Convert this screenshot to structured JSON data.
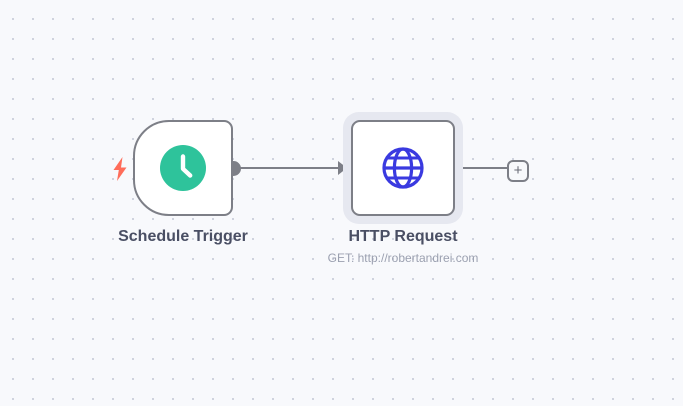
{
  "canvas": {
    "background_color": "#f8f9fc",
    "dot_color": "#c8ccd8",
    "grid_spacing": 20
  },
  "nodes": [
    {
      "id": "schedule-trigger",
      "title": "Schedule Trigger",
      "subtitle": "",
      "icon": "clock-icon",
      "icon_color": "#2ec39b",
      "type": "trigger",
      "selected": false,
      "badge_icon": "lightning-bolt-icon",
      "badge_color": "#ff6d5a"
    },
    {
      "id": "http-request",
      "title": "HTTP Request",
      "subtitle": "GET: http://robertandrei.com",
      "icon": "globe-icon",
      "icon_color": "#3a3ae0",
      "type": "action",
      "selected": true,
      "selection_color": "#e6e8f0"
    }
  ],
  "connections": [
    {
      "from": "schedule-trigger",
      "to": "http-request",
      "color": "#7d7f87"
    },
    {
      "from": "http-request",
      "to": "add-node-button",
      "color": "#7d7f87"
    }
  ],
  "buttons": {
    "add_node_label": "+"
  }
}
